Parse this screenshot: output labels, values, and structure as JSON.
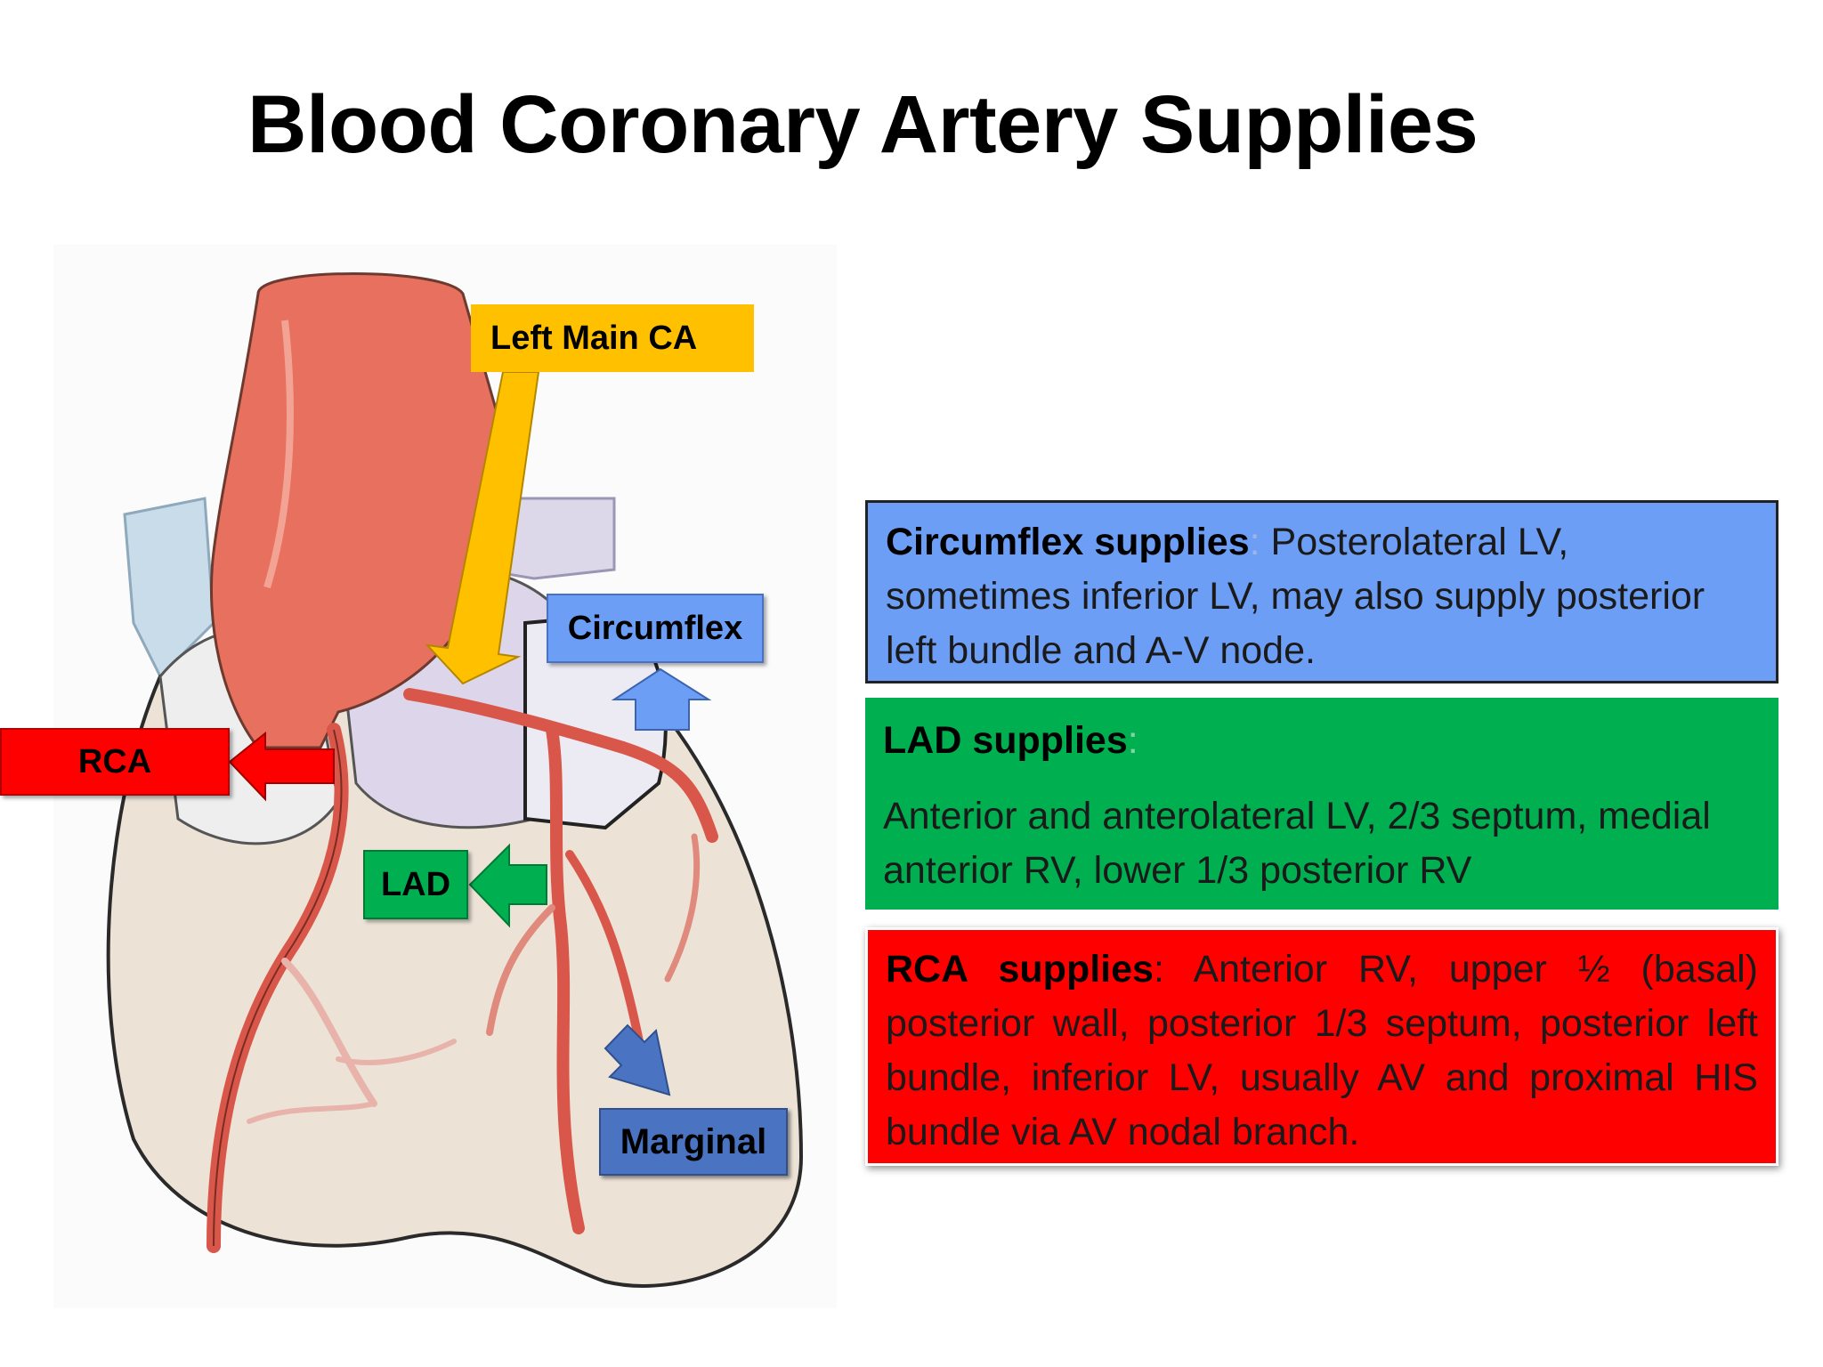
{
  "title": "Blood Coronary Artery Supplies",
  "diagram": {
    "labels": {
      "left_main": "Left Main CA",
      "circumflex": "Circumflex",
      "rca": "RCA",
      "lad": "LAD",
      "marginal": "Marginal"
    },
    "colors": {
      "left_main": "#ffc000",
      "circumflex": "#6d9ef5",
      "rca": "#ff0000",
      "lad": "#00b050",
      "marginal": "#4a74c2",
      "artery": "#d9574a",
      "aorta": "#e8705e",
      "heart_wall": "#ece3d6"
    }
  },
  "info_boxes": {
    "circumflex": {
      "heading": "Circumflex supplies",
      "colon": ":",
      "text": " Posterolateral LV, sometimes inferior LV, may also supply posterior left bundle and A-V node."
    },
    "lad": {
      "heading": "LAD supplies",
      "colon": ":",
      "text": "Anterior and anterolateral LV, 2/3 septum, medial anterior RV, lower 1/3 posterior RV"
    },
    "rca": {
      "heading": "RCA supplies",
      "colon": ":",
      "text": " Anterior RV, upper ½ (basal) posterior wall, posterior 1/3 septum, posterior left bundle, inferior LV, usually AV and proximal HIS bundle via AV nodal branch."
    }
  }
}
